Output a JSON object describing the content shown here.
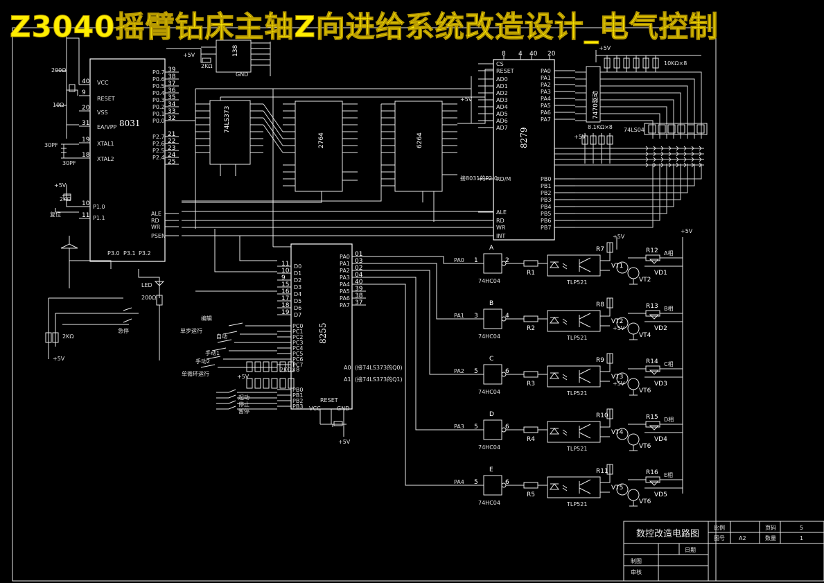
{
  "title": "Z3040摇臂钻床主轴Z向进给系统改造设计_电气控制",
  "chips": {
    "cpu": "8031",
    "latch": "74LS373",
    "eprom": "2764",
    "ram": "6264",
    "kbd": "8279",
    "ppi": "8255",
    "decoder": "138",
    "led_driver": "74LS04",
    "display": "7470驱动",
    "opto": "TLP521",
    "inverter": "74HC04"
  },
  "cpu_labels": {
    "left": [
      "VCC",
      "RESET",
      "VSS",
      "EA/VPP",
      "XTAL1",
      "XTAL2",
      "P1.0",
      "P1.1",
      "P3.0",
      "P3.1",
      "P3.2"
    ],
    "right": [
      "P0.7",
      "P0.6",
      "P0.5",
      "P0.4",
      "P0.3",
      "P0.2",
      "P0.1",
      "P0.0",
      "P2.7",
      "P2.6",
      "P2.5",
      "P2.4",
      "ALE",
      "RD",
      "WR",
      "PSEN"
    ],
    "left_nums": [
      "40",
      "9",
      "20",
      "31",
      "19",
      "18",
      "10",
      "11"
    ],
    "right_nums": [
      "39",
      "38",
      "37",
      "36",
      "35",
      "34",
      "33",
      "32",
      "21",
      "22",
      "23",
      "24",
      "25"
    ]
  },
  "components": {
    "c1": "200Ω",
    "c2": "10Ω",
    "c3": "30PF",
    "c4": "30PF",
    "r_pull": "2KΩ",
    "r_led": "200Ω",
    "led": "LED",
    "r_bank": "2KΩ×8",
    "r_kbd": "10KΩ×8",
    "r_disp": "8.1KΩ×8",
    "vcc": "+5V",
    "gnd_label": "GND"
  },
  "switches": {
    "sw1": "复位",
    "sw2": "急停",
    "mode_title": "编辑",
    "mode1": "单步运行",
    "mode2": "自动",
    "mode3": "手动1",
    "mode4": "手动2",
    "mode5": "单循环运行",
    "b1": "起动",
    "b2": "停止",
    "b3": "暂停"
  },
  "ppi_pins": {
    "d_side": [
      "D0",
      "D1",
      "D2",
      "D3",
      "D4",
      "D5",
      "D6",
      "D7"
    ],
    "pc_side": [
      "PC0",
      "PC1",
      "PC2",
      "PC3",
      "PC4",
      "PC5",
      "PC6",
      "PC7"
    ],
    "pb_side": [
      "PB0",
      "PB1",
      "PB2",
      "PB3"
    ],
    "pa_side": [
      "PA0",
      "PA1",
      "PA2",
      "PA3",
      "PA4",
      "PA5",
      "PA6",
      "PA7"
    ],
    "pa_nums": [
      "01",
      "03",
      "02",
      "04",
      "40",
      "39",
      "38",
      "37"
    ],
    "a0": "A0",
    "a1": "A1",
    "reset": "RESET",
    "vcc": "VCC",
    "gnd": "GND",
    "a0_note": "(接74LS373的Q0)",
    "a1_note": "(接74LS373的Q1)"
  },
  "phases": [
    {
      "letter": "A",
      "port": "PA0",
      "in": "1",
      "out": "2",
      "r": "R1",
      "rc": "R7",
      "rb": "R12",
      "vt1": "VT1",
      "vt2": "VT2",
      "vd": "VD1",
      "label": "A相"
    },
    {
      "letter": "B",
      "port": "PA1",
      "in": "3",
      "out": "4",
      "r": "R2",
      "rc": "R8",
      "rb": "R13",
      "vt1": "VT2",
      "vt2": "VT4",
      "vd": "VD2",
      "label": "B相"
    },
    {
      "letter": "C",
      "port": "PA2",
      "in": "5",
      "out": "6",
      "r": "R3",
      "rc": "R9",
      "rb": "R14",
      "vt1": "VT3",
      "vt2": "VT6",
      "vd": "VD3",
      "label": "C相"
    },
    {
      "letter": "D",
      "port": "PA3",
      "in": "5",
      "out": "6",
      "r": "R4",
      "rc": "R10",
      "rb": "R15",
      "vt1": "VT4",
      "vt2": "VT6",
      "vd": "VD4",
      "label": "D相"
    },
    {
      "letter": "E",
      "port": "PA4",
      "in": "5",
      "out": "6",
      "r": "R5",
      "rc": "R11",
      "rb": "R16",
      "vt1": "VT5",
      "vt2": "VT6",
      "vd": "VD5",
      "label": "E相"
    }
  ],
  "vcc_right": "+5V",
  "kbd_pins": {
    "left": [
      "CS",
      "RESET",
      "AD0",
      "AD1",
      "AD2",
      "AD3",
      "AD4",
      "AD5",
      "AD6",
      "AD7",
      "RD/M",
      "ALE",
      "RD",
      "WR",
      "INT"
    ],
    "right": [
      "PA0",
      "PA1",
      "PA2",
      "PA3",
      "PA4",
      "PA5",
      "PA6",
      "PA7",
      "PB0",
      "PB1",
      "PB2",
      "PB3",
      "PB4",
      "PB5",
      "PB6",
      "PB7"
    ],
    "top": [
      "8",
      "4",
      "40",
      "20"
    ],
    "note": "接8031的P2.0"
  },
  "title_block": {
    "drawing_name": "数控改造电路图",
    "scale_label": "比例",
    "sheet_label": "页码",
    "sheet_value": "5",
    "drawing_no_label": "图号",
    "drawing_no_value": "A2",
    "qty_label": "数量",
    "qty_value": "1",
    "date_label": "日期",
    "drawn_label": "制图",
    "checked_label": "审核"
  }
}
